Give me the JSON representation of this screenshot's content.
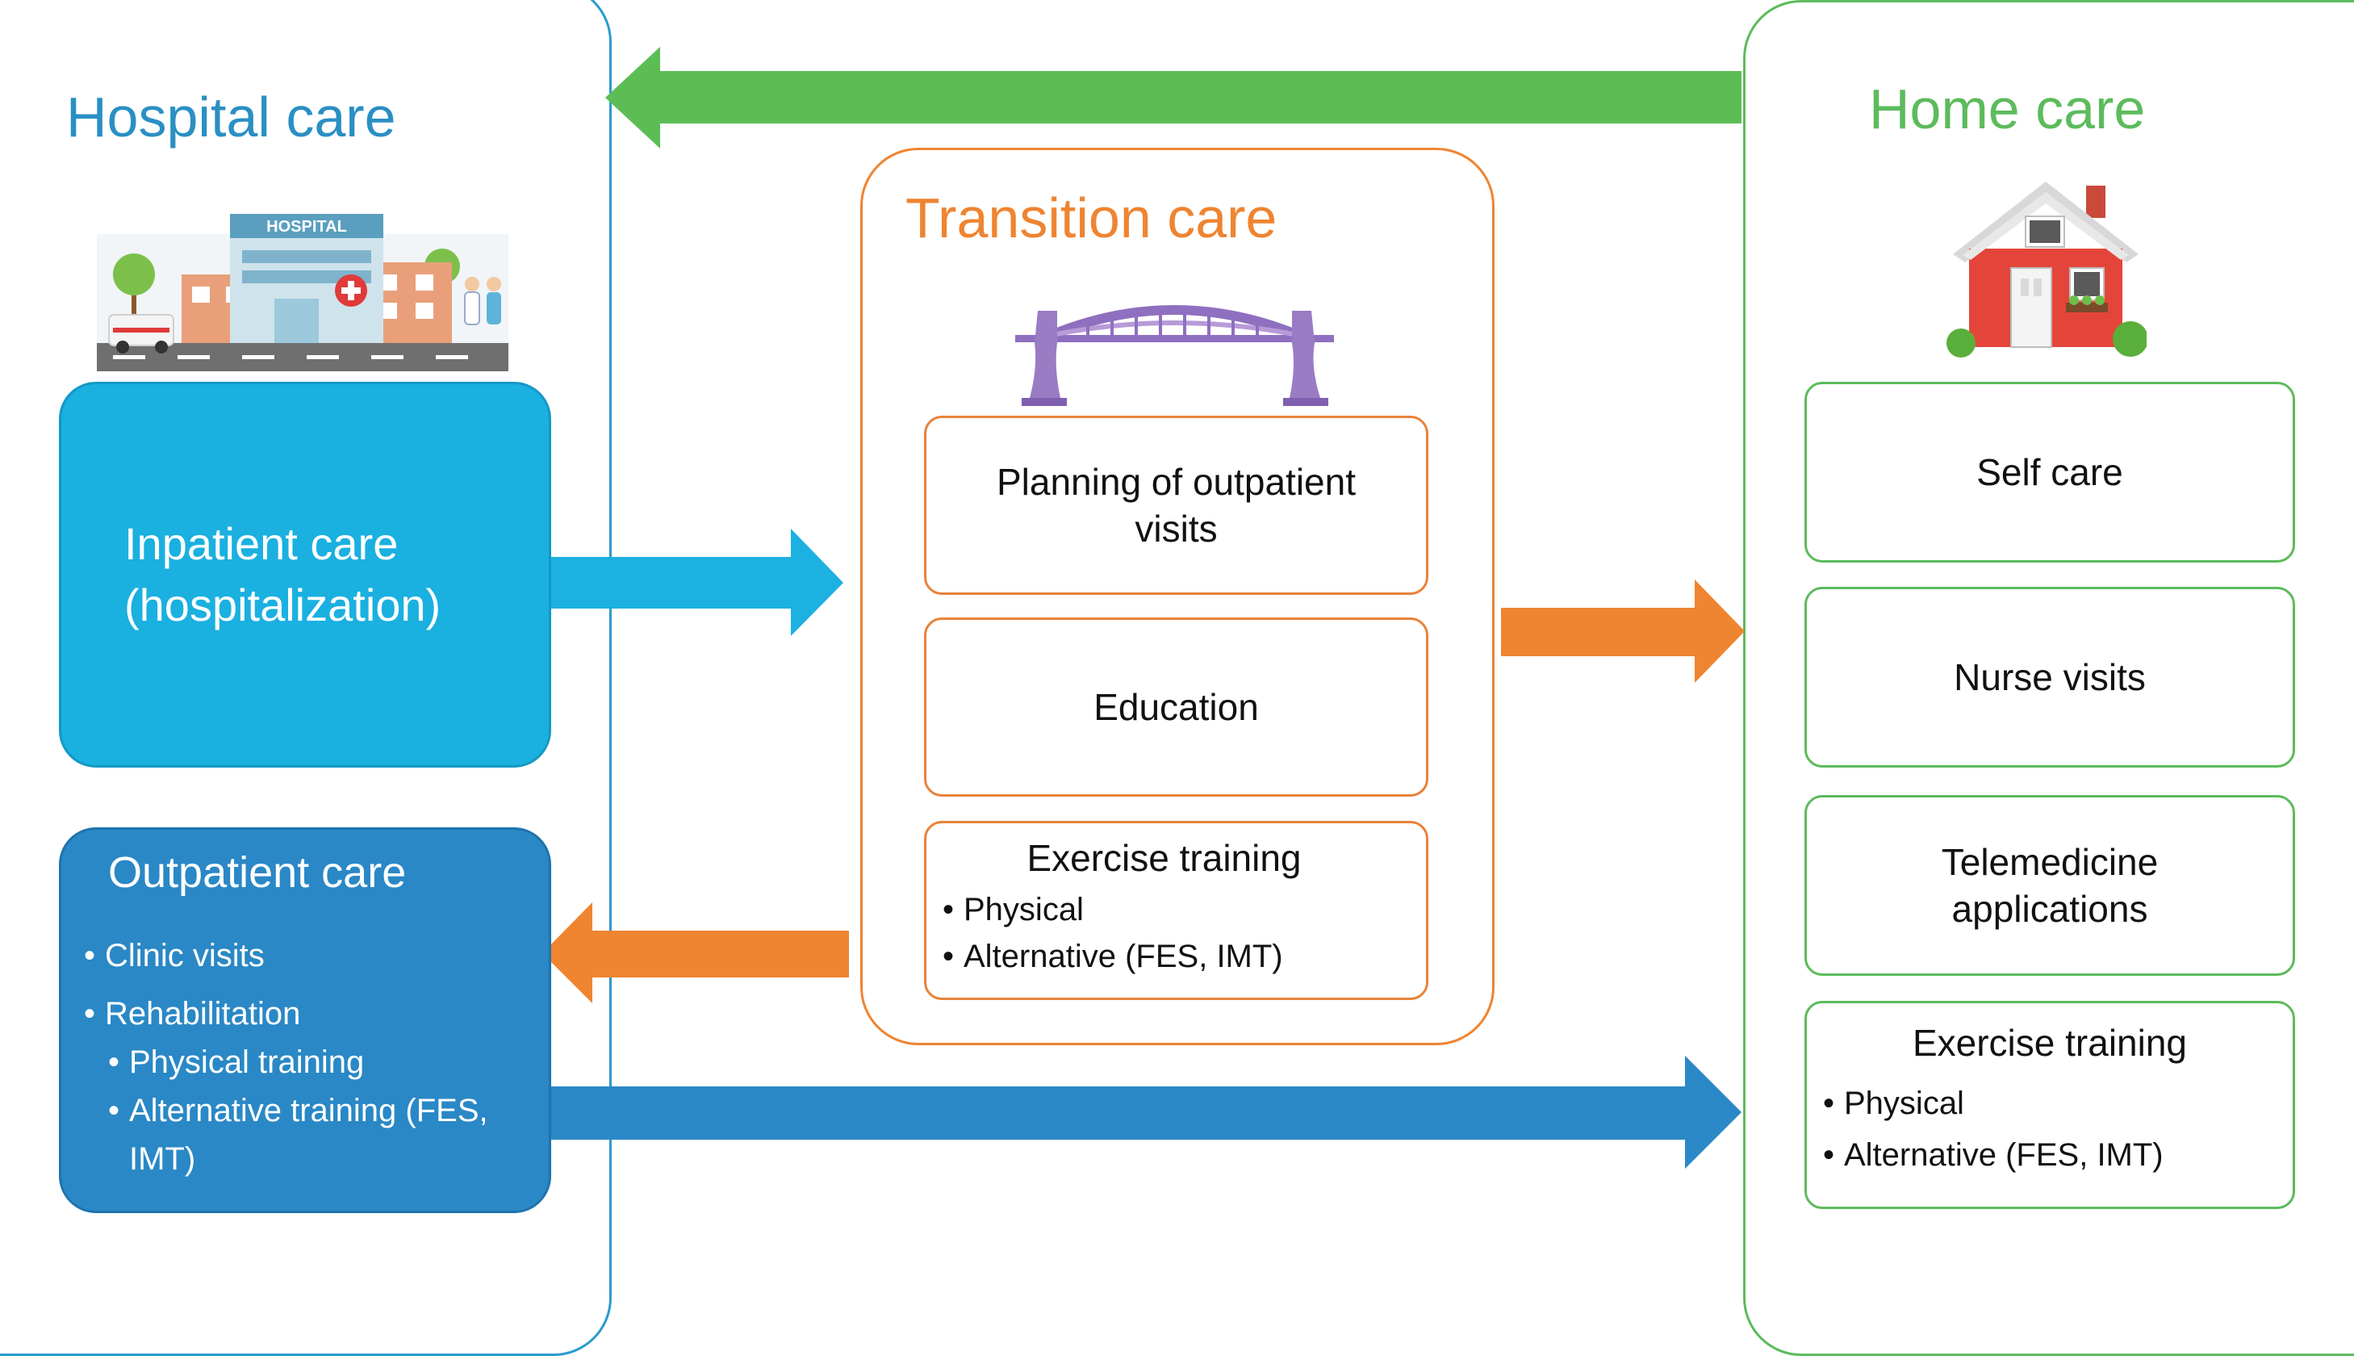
{
  "hospital": {
    "title": "Hospital care",
    "inpatient": {
      "line1": "Inpatient care",
      "line2": "(hospitalization)"
    },
    "outpatient": {
      "title": "Outpatient care",
      "items": [
        "Clinic visits",
        "Rehabilitation"
      ],
      "subitems": [
        "Physical training",
        "Alternative training (FES,",
        "IMT)"
      ]
    },
    "illustration_sign": "HOSPITAL"
  },
  "transition": {
    "title": "Transition care",
    "planning": {
      "line1": "Planning of outpatient",
      "line2": "visits"
    },
    "education": "Education",
    "exercise": {
      "title": "Exercise training",
      "items": [
        "Physical",
        "Alternative (FES, IMT)"
      ]
    }
  },
  "home": {
    "title": "Home care",
    "self_care": "Self care",
    "nurse_visits": "Nurse visits",
    "telemedicine": {
      "line1": "Telemedicine",
      "line2": "applications"
    },
    "exercise": {
      "title": "Exercise training",
      "items": [
        "Physical",
        "Alternative (FES, IMT)"
      ]
    }
  },
  "colors": {
    "hospital_blue": "#2a8fc4",
    "inpatient_fill": "#1ab0e0",
    "outpatient_fill": "#2a88c6",
    "transition_orange": "#ef8431",
    "home_green": "#5cbb5c",
    "return_arrow_green": "#5cbd55",
    "bridge_purple": "#9a7cc4"
  }
}
